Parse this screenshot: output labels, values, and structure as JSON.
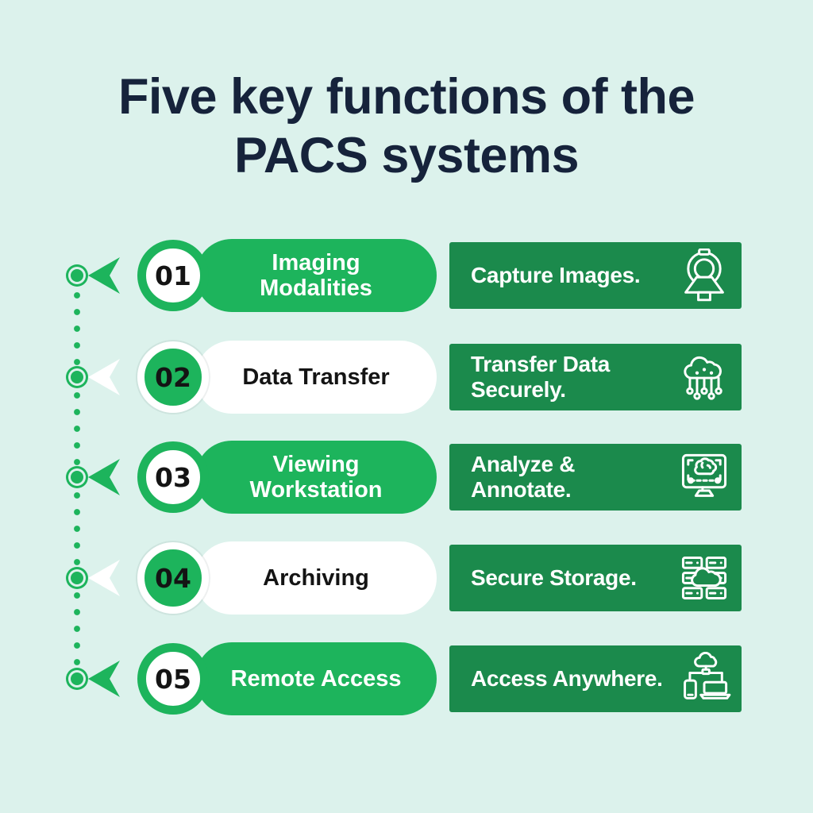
{
  "title": {
    "lines": [
      "Five key functions of the",
      "PACS systems"
    ]
  },
  "colors": {
    "background": "#dcf2ec",
    "accent_green": "#1db45c",
    "panel_green": "#1b8a4c",
    "title_navy": "#16233b",
    "text_dark": "#141414",
    "text_light": "#ffffff"
  },
  "rows": [
    {
      "number": "01",
      "label": "Imaging Modalities",
      "description": "Capture Images.",
      "icon": "ct-scanner-icon",
      "style": "green-pill"
    },
    {
      "number": "02",
      "label": "Data Transfer",
      "description": "Transfer Data Securely.",
      "icon": "cloud-network-icon",
      "style": "white-pill"
    },
    {
      "number": "03",
      "label": "Viewing Workstation",
      "description": "Analyze & Annotate.",
      "icon": "monitor-brain-icon",
      "style": "green-pill"
    },
    {
      "number": "04",
      "label": "Archiving",
      "description": "Secure Storage.",
      "icon": "server-cloud-icon",
      "style": "white-pill"
    },
    {
      "number": "05",
      "label": "Remote Access",
      "description": "Access Anywhere.",
      "icon": "devices-cloud-icon",
      "style": "green-pill"
    }
  ]
}
